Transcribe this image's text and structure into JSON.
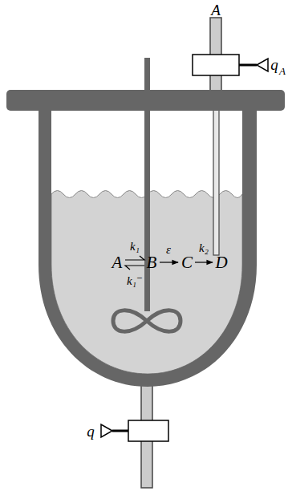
{
  "diagram": {
    "labels": [
      "A",
      "q",
      "A",
      "A",
      "k₁",
      "k₁⁻",
      "B",
      "ε",
      "C",
      "k₂",
      "D",
      "q"
    ]
  }
}
